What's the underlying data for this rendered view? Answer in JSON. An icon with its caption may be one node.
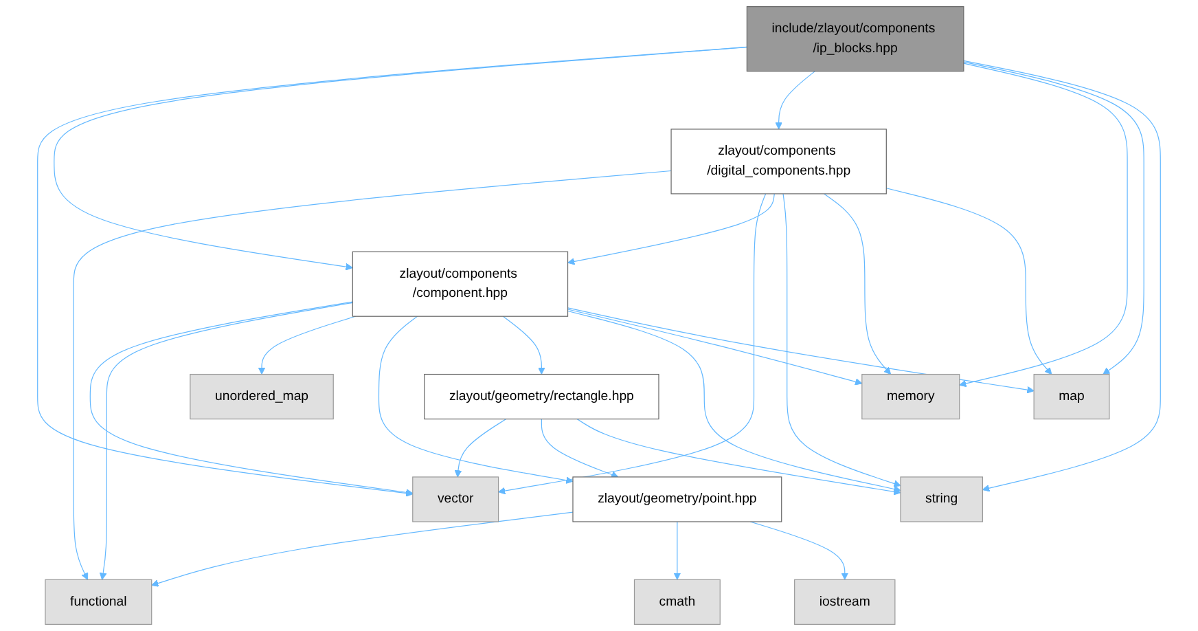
{
  "diagram": {
    "nodes": [
      {
        "text": [
          "include/zlayout/components /ip_blocks.hpp"
        ]
      },
      {
        "text": [
          "zlayout/components /digital_components.hpp"
        ]
      },
      {
        "text": [
          "zlayout/components /component.hpp"
        ]
      },
      {
        "text": [
          "unordered_map"
        ]
      },
      {
        "text": [
          "zlayout/geometry/rectangle.hpp"
        ]
      },
      {
        "text": [
          "memory"
        ]
      },
      {
        "text": [
          "map"
        ]
      },
      {
        "text": [
          "vector"
        ]
      },
      {
        "text": [
          "zlayout/geometry/point.hpp"
        ]
      },
      {
        "text": [
          "string"
        ]
      },
      {
        "text": [
          "functional"
        ]
      },
      {
        "text": [
          "cmath"
        ]
      },
      {
        "text": [
          "iostream"
        ]
      }
    ],
    "edges": [
      {
        "from": 0,
        "to": 7,
        "arrow": "to"
      },
      {
        "from": 0,
        "to": 2,
        "arrow": "to"
      },
      {
        "from": 0,
        "to": 1,
        "arrow": "to"
      },
      {
        "from": 0,
        "to": 5,
        "arrow": "to"
      },
      {
        "from": 0,
        "to": 6,
        "arrow": "to"
      },
      {
        "from": 0,
        "to": 9,
        "arrow": "to"
      },
      {
        "from": 1,
        "to": 10,
        "arrow": "to"
      },
      {
        "from": 1,
        "to": 7,
        "arrow": "to"
      },
      {
        "from": 1,
        "to": 2,
        "arrow": "to"
      },
      {
        "from": 1,
        "to": 9,
        "arrow": "to"
      },
      {
        "from": 1,
        "to": 5,
        "arrow": "to"
      },
      {
        "from": 1,
        "to": 6,
        "arrow": "to"
      },
      {
        "from": 2,
        "to": 7,
        "arrow": "to"
      },
      {
        "from": 2,
        "to": 10,
        "arrow": "to"
      },
      {
        "from": 2,
        "to": 3,
        "arrow": "to"
      },
      {
        "from": 2,
        "to": 8,
        "arrow": "to"
      },
      {
        "from": 2,
        "to": 4,
        "arrow": "to"
      },
      {
        "from": 2,
        "to": 9,
        "arrow": "to"
      },
      {
        "from": 2,
        "to": 5,
        "arrow": "to"
      },
      {
        "from": 2,
        "to": 6,
        "arrow": "to"
      },
      {
        "from": 4,
        "to": 7,
        "arrow": "to"
      },
      {
        "from": 4,
        "to": 8,
        "arrow": "to"
      },
      {
        "from": 4,
        "to": 9,
        "arrow": "to"
      },
      {
        "from": 8,
        "to": 10,
        "arrow": "to"
      },
      {
        "from": 8,
        "to": 11,
        "arrow": "to"
      },
      {
        "from": 8,
        "to": 12,
        "arrow": "to"
      }
    ]
  }
}
